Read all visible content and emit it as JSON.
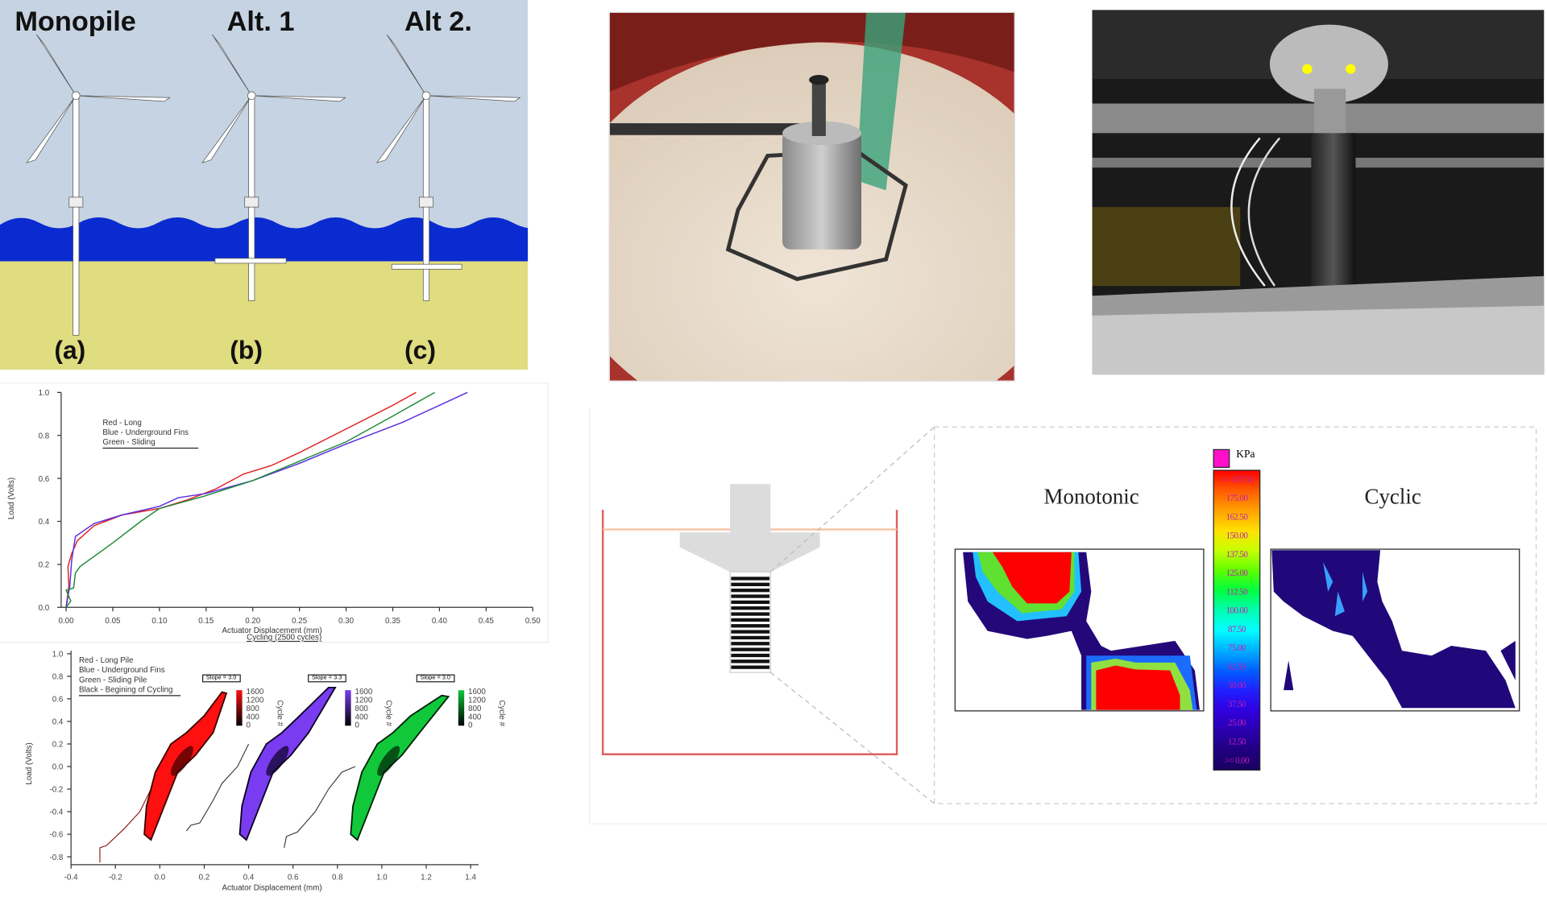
{
  "turbine_panel": {
    "labels": [
      "Monopile",
      "Alt. 1",
      "Alt 2."
    ],
    "sublabels": [
      "(a)",
      "(b)",
      "(c)"
    ],
    "colors": {
      "sky": "#c5d3e2",
      "water": "#0a2bd0",
      "sand": "#e0dc80"
    }
  },
  "chart_data": [
    {
      "type": "line",
      "title": "",
      "xlabel": "Actuator Displacement (mm)",
      "ylabel": "Load (Volts)",
      "caption": "Cycling (2500 cycles)",
      "xlim": [
        0,
        0.5
      ],
      "ylim": [
        0,
        1.0
      ],
      "xticks": [
        "0.00",
        "0.05",
        "0.10",
        "0.15",
        "0.20",
        "0.25",
        "0.30",
        "0.35",
        "0.40",
        "0.45",
        "0.50"
      ],
      "yticks": [
        "0.0",
        "0.2",
        "0.4",
        "0.6",
        "0.8",
        "1.0"
      ],
      "legend": [
        "Red - Long",
        "Blue - Underground Fins",
        "Green - Sliding"
      ],
      "legend_position": "top-left",
      "series": [
        {
          "name": "Long",
          "color": "#e02020",
          "points": [
            [
              0,
              0
            ],
            [
              0.003,
              0.1
            ],
            [
              0.002,
              0.19
            ],
            [
              0.006,
              0.25
            ],
            [
              0.012,
              0.31
            ],
            [
              0.03,
              0.38
            ],
            [
              0.06,
              0.43
            ],
            [
              0.1,
              0.46
            ],
            [
              0.13,
              0.5
            ],
            [
              0.16,
              0.55
            ],
            [
              0.19,
              0.62
            ],
            [
              0.22,
              0.66
            ],
            [
              0.25,
              0.72
            ],
            [
              0.3,
              0.83
            ],
            [
              0.35,
              0.94
            ],
            [
              0.375,
              1.0
            ]
          ]
        },
        {
          "name": "Underground Fins",
          "color": "#5a2ee0",
          "points": [
            [
              0,
              0
            ],
            [
              0.004,
              0.1
            ],
            [
              0.006,
              0.22
            ],
            [
              0.01,
              0.33
            ],
            [
              0.03,
              0.39
            ],
            [
              0.06,
              0.43
            ],
            [
              0.1,
              0.47
            ],
            [
              0.12,
              0.51
            ],
            [
              0.15,
              0.53
            ],
            [
              0.2,
              0.59
            ],
            [
              0.25,
              0.67
            ],
            [
              0.3,
              0.76
            ],
            [
              0.36,
              0.86
            ],
            [
              0.43,
              1.0
            ]
          ]
        },
        {
          "name": "Sliding",
          "color": "#1e8a3a",
          "points": [
            [
              0,
              0
            ],
            [
              0.005,
              0.03
            ],
            [
              0.0,
              0.08
            ],
            [
              0.008,
              0.09
            ],
            [
              0.01,
              0.16
            ],
            [
              0.015,
              0.19
            ],
            [
              0.05,
              0.3
            ],
            [
              0.08,
              0.4
            ],
            [
              0.1,
              0.46
            ],
            [
              0.15,
              0.52
            ],
            [
              0.2,
              0.59
            ],
            [
              0.25,
              0.68
            ],
            [
              0.3,
              0.77
            ],
            [
              0.35,
              0.89
            ],
            [
              0.395,
              1.0
            ]
          ]
        }
      ]
    },
    {
      "type": "scatter",
      "title": "",
      "xlabel": "Actuator Displacement (mm)",
      "ylabel": "Load (Volts)",
      "xlim": [
        -0.4,
        1.4
      ],
      "ylim": [
        -0.8,
        1.0
      ],
      "xticks": [
        "-0.4",
        "-0.2",
        "0.0",
        "0.2",
        "0.4",
        "0.6",
        "0.8",
        "1.0",
        "1.2",
        "1.4"
      ],
      "yticks": [
        "1.0",
        "0.8",
        "0.6",
        "0.4",
        "0.2",
        "0.0",
        "-0.2",
        "-0.4",
        "-0.6",
        "-0.8"
      ],
      "legend": [
        "Red - Long Pile",
        "Blue - Underground Fins",
        "Green - Sliding Pile",
        "Black - Begining of Cycling"
      ],
      "legend_position": "top-left",
      "colorbar_ticks": [
        "1600",
        "1200",
        "800",
        "400",
        "0"
      ],
      "colorbar_label": "Cycle #",
      "series": [
        {
          "name": "Long Pile",
          "slope_label": "Slope = 3.0",
          "color": "#ff1010",
          "dark": "#3a0000",
          "band": [
            [
              -0.07,
              -0.6
            ],
            [
              -0.04,
              -0.65
            ],
            [
              0.02,
              -0.35
            ],
            [
              0.08,
              -0.05
            ],
            [
              0.16,
              0.1
            ],
            [
              0.24,
              0.3
            ],
            [
              0.3,
              0.65
            ],
            [
              0.28,
              0.66
            ],
            [
              0.2,
              0.45
            ],
            [
              0.12,
              0.3
            ],
            [
              0.05,
              0.2
            ],
            [
              -0.02,
              -0.05
            ],
            [
              -0.06,
              -0.35
            ]
          ],
          "tail": [
            [
              -0.27,
              -0.85
            ],
            [
              -0.27,
              -0.72
            ],
            [
              -0.24,
              -0.7
            ],
            [
              -0.16,
              -0.55
            ],
            [
              -0.09,
              -0.4
            ],
            [
              -0.04,
              -0.2
            ],
            [
              0.02,
              0.0
            ]
          ]
        },
        {
          "name": "Underground Fins",
          "slope_label": "Slope = 3.3",
          "color": "#7a3cf0",
          "dark": "#0a0020",
          "band": [
            [
              0.36,
              -0.6
            ],
            [
              0.39,
              -0.65
            ],
            [
              0.45,
              -0.35
            ],
            [
              0.51,
              -0.05
            ],
            [
              0.59,
              0.1
            ],
            [
              0.67,
              0.3
            ],
            [
              0.79,
              0.7
            ],
            [
              0.76,
              0.7
            ],
            [
              0.63,
              0.45
            ],
            [
              0.55,
              0.3
            ],
            [
              0.48,
              0.2
            ],
            [
              0.41,
              -0.05
            ],
            [
              0.37,
              -0.35
            ]
          ],
          "tail": [
            [
              0.12,
              -0.57
            ],
            [
              0.14,
              -0.52
            ],
            [
              0.18,
              -0.5
            ],
            [
              0.24,
              -0.3
            ],
            [
              0.28,
              -0.15
            ],
            [
              0.35,
              0.0
            ],
            [
              0.4,
              0.2
            ]
          ]
        },
        {
          "name": "Sliding Pile",
          "slope_label": "Slope = 3.0",
          "color": "#10c83a",
          "dark": "#002008",
          "band": [
            [
              0.86,
              -0.6
            ],
            [
              0.89,
              -0.65
            ],
            [
              0.95,
              -0.35
            ],
            [
              1.01,
              -0.05
            ],
            [
              1.09,
              0.1
            ],
            [
              1.17,
              0.3
            ],
            [
              1.3,
              0.62
            ],
            [
              1.27,
              0.63
            ],
            [
              1.13,
              0.45
            ],
            [
              1.05,
              0.3
            ],
            [
              0.98,
              0.2
            ],
            [
              0.91,
              -0.05
            ],
            [
              0.87,
              -0.35
            ]
          ],
          "tail": [
            [
              0.56,
              -0.72
            ],
            [
              0.57,
              -0.62
            ],
            [
              0.62,
              -0.58
            ],
            [
              0.7,
              -0.4
            ],
            [
              0.76,
              -0.2
            ],
            [
              0.82,
              -0.05
            ],
            [
              0.88,
              0.0
            ]
          ]
        }
      ]
    },
    {
      "type": "heatmap",
      "unit": "KPa",
      "panels": [
        "Monotonic",
        "Cyclic"
      ],
      "colorbar_labels": [
        ">= 187.50",
        "175.00",
        "162.50",
        "150.00",
        "137.50",
        "125.00",
        "112.50",
        "100.00",
        "87.50",
        "75.00",
        "62.50",
        "50.00",
        "37.50",
        "25.00",
        "12.50",
        ">= 0.00"
      ],
      "colorbar_colors": [
        "#ff0000",
        "#ff5a00",
        "#ffa000",
        "#ffe000",
        "#c8ff00",
        "#60ff00",
        "#00ff40",
        "#00ffb0",
        "#00ffff",
        "#00b0ff",
        "#0060ff",
        "#2020ff",
        "#3000e0",
        "#2a00b0",
        "#200080",
        "#180060"
      ],
      "overflow_color": "#ff10c8"
    }
  ]
}
